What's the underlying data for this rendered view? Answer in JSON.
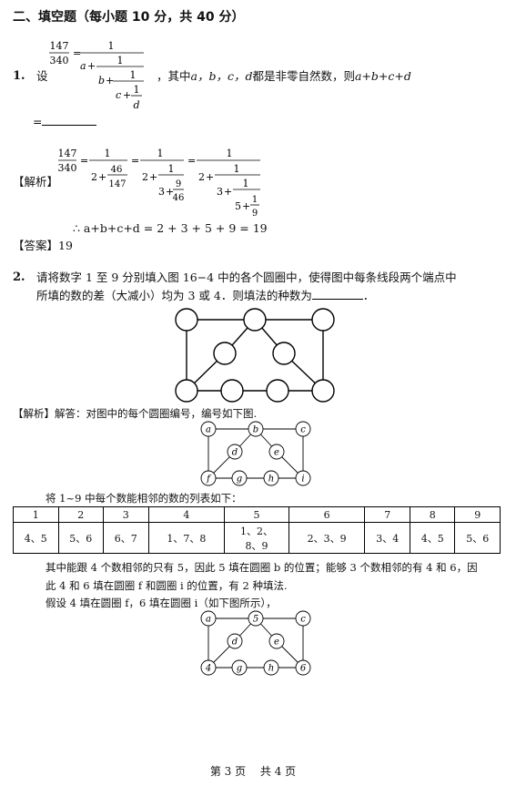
{
  "section_title": "二、填空题（每小题 10 分，共 40 分）",
  "q1": {
    "number": "1.",
    "prefix": "设",
    "frac_lhs": {
      "num": "147",
      "den": "340"
    },
    "cf": {
      "one": "1",
      "a": "a",
      "b": "b",
      "c": "c",
      "d": "d",
      "plus": "+"
    },
    "text_mid": "，其中",
    "vars": "a，b，c，d",
    "text_tail": "都是非零自然数，则",
    "expr": "a+b+c+d",
    "equals": "="
  },
  "sol1": {
    "label": "【解析】",
    "terms": {
      "two": "2",
      "three": "3",
      "five": "5",
      "n46": "46",
      "n147": "147",
      "n9": "9",
      "one": "1"
    },
    "therefore": "∴ a+b+c+d = 2 + 3 + 5 + 9 = 19",
    "answer_label": "【答案】",
    "answer": "19"
  },
  "q2": {
    "number": "2.",
    "line1": "请将数字 1 至 9 分别填入图 16−4 中的各个圆圈中，使得图中每条线段两个端点中",
    "line2": "所填的数的差（大减小）均为 3 或 4．则填法的种数为",
    "line2_end": "．"
  },
  "sol2": {
    "label": "【解析】",
    "intro": "解答：对图中的每个圆圈编号，编号如下图.",
    "node_labels": [
      "a",
      "b",
      "c",
      "d",
      "e",
      "f",
      "g",
      "h",
      "i"
    ],
    "table_intro": "将 1~9 中每个数能相邻的数的列表如下：",
    "table_header": [
      "1",
      "2",
      "3",
      "4",
      "5",
      "6",
      "7",
      "8",
      "9"
    ],
    "table_row": [
      "4、5",
      "5、6",
      "6、7",
      "1、7、8",
      "1、2、\n8、9",
      "2、3、9",
      "3、4",
      "4、5",
      "5、6"
    ],
    "p1": "其中能跟 4 个数相邻的只有 5，因此 5 填在圆圈 b 的位置；能够 3 个数相邻的有 4 和 6，因",
    "p2": "此 4 和 6 填在圆圈 f 和圆圈 i 的位置，有 2 种填法.",
    "p3": "假设 4 填在圆圈 f，6 填在圆圈 i（如下图所示），",
    "filled_labels": [
      "a",
      "5",
      "c",
      "d",
      "e",
      "4",
      "g",
      "h",
      "6"
    ]
  },
  "footer": "第 3 页　 共 4 页"
}
